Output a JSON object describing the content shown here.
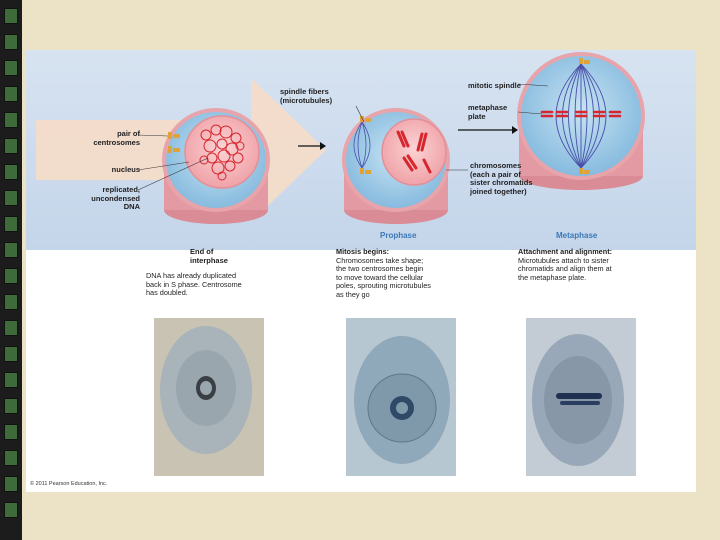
{
  "colors": {
    "band": "#c9d9ec",
    "cell_membrane": "#f2b3b8",
    "cytoplasm": "#9ecbe6",
    "nucleus": "#f7b6b9",
    "chromatin": "#d6262e",
    "spindle": "#4a4fa8",
    "centrosome": "#e0a338",
    "phase_title": "#3b78b8",
    "arrow_fill": "#f6dcc6"
  },
  "labels": {
    "pair_of_centrosomes": "pair of\ncentrosomes",
    "nucleus": "nucleus",
    "replicated_dna": "replicated,\nuncondensed\nDNA",
    "spindle_fibers": "spindle fibers\n(microtubules)",
    "mitotic_spindle": "mitotic spindle",
    "metaphase_plate": "metaphase\nplate",
    "chromosomes": "chromosomes\n(each a pair of\nsister chromatids\njoined together)"
  },
  "stages": [
    {
      "title": "End of\ninterphase",
      "heading": "",
      "text": "DNA has already duplicated\nback in S phase. Centrosome\nhas doubled."
    },
    {
      "title": "Prophase",
      "heading": "Mitosis begins:",
      "text": "Chromosomes take shape;\nthe two centrosomes begin\nto move toward the cellular\npoles, sprouting microtubules\nas they go"
    },
    {
      "title": "Metaphase",
      "heading": "Attachment and alignment:",
      "text": "Microtubules attach to sister\nchromatids and align them at\nthe metaphase plate."
    }
  ],
  "copyright": "© 2011 Pearson Education, Inc."
}
